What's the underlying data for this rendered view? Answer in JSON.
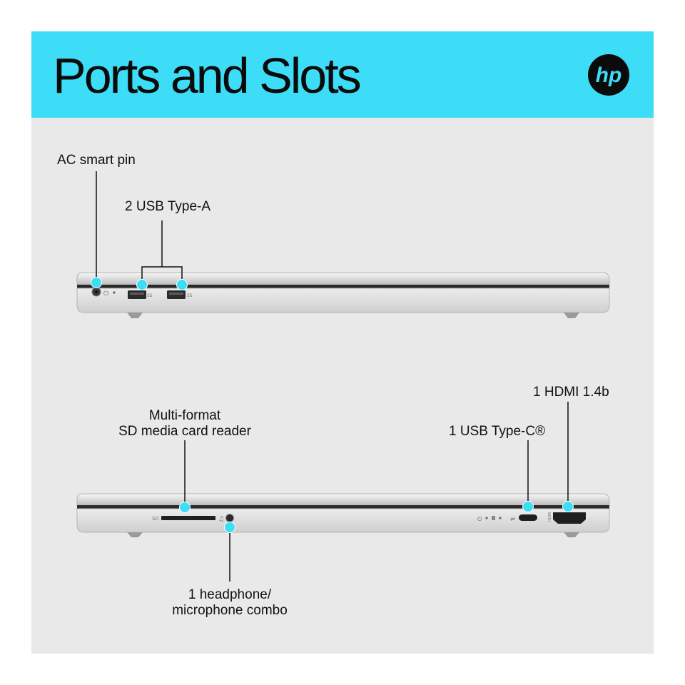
{
  "header": {
    "title": "Ports and Slots",
    "brand_logo": "hp-logo",
    "background_color": "#3ddcf7"
  },
  "accent_color": "#3ddcf7",
  "top_view": {
    "callouts": {
      "ac_smart_pin": "AC smart pin",
      "usb_type_a": "2 USB Type-A"
    }
  },
  "bottom_view": {
    "callouts": {
      "sd_reader_line1": "Multi-format",
      "sd_reader_line2": "SD media card reader",
      "usb_type_c": "1 USB Type-C®",
      "hdmi": "1 HDMI 1.4b",
      "headphone_line1": "1 headphone/",
      "headphone_line2": "microphone combo"
    },
    "port_marking_sd": "SD"
  }
}
